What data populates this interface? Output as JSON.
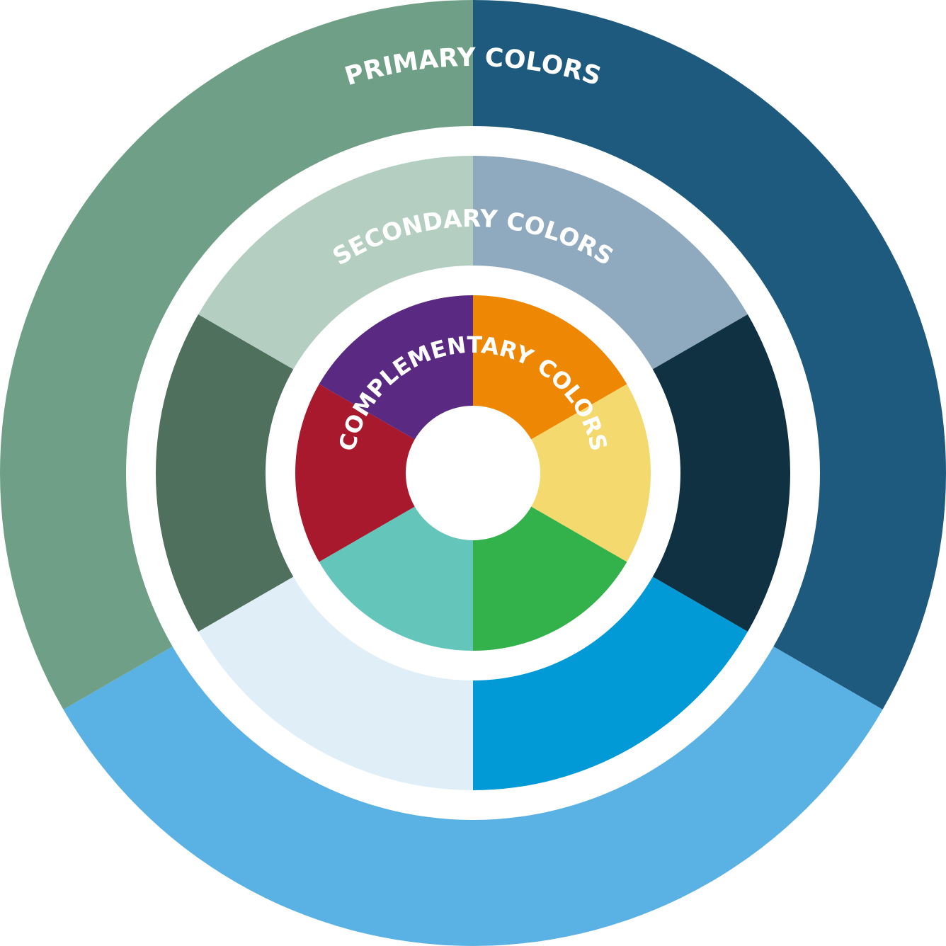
{
  "diagram": {
    "title": "Color wheel",
    "rings": [
      {
        "name": "primary",
        "label": "PRIMARY COLORS",
        "segments": [
          {
            "name": "primary-blue-dark",
            "color": "#1D5A7D"
          },
          {
            "name": "primary-blue-light",
            "color": "#5AB1E3"
          },
          {
            "name": "primary-green",
            "color": "#6F9F86"
          }
        ]
      },
      {
        "name": "secondary",
        "label": "SECONDARY COLORS",
        "segments": [
          {
            "name": "secondary-grey-blue",
            "color": "#8FA9BE"
          },
          {
            "name": "secondary-navy",
            "color": "#0F3142"
          },
          {
            "name": "secondary-cyan",
            "color": "#019AD6"
          },
          {
            "name": "secondary-pale-blue",
            "color": "#E0EEF7"
          },
          {
            "name": "secondary-dark-green",
            "color": "#4F705D"
          },
          {
            "name": "secondary-pale-green",
            "color": "#B4CFC1"
          }
        ]
      },
      {
        "name": "complementary",
        "label": "COMPLEMENTARY COLORS",
        "segments": [
          {
            "name": "complementary-orange",
            "color": "#EE8804"
          },
          {
            "name": "complementary-yellow",
            "color": "#F4DA6E"
          },
          {
            "name": "complementary-green",
            "color": "#33B24B"
          },
          {
            "name": "complementary-teal",
            "color": "#64C6BA"
          },
          {
            "name": "complementary-red",
            "color": "#A9192D"
          },
          {
            "name": "complementary-purple",
            "color": "#5A2A82"
          }
        ]
      }
    ]
  }
}
